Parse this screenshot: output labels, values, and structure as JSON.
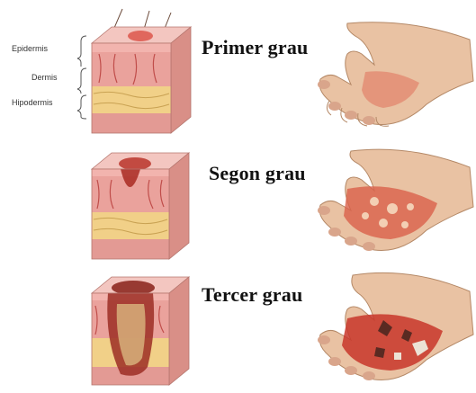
{
  "layers": {
    "epidermis": "Epidermis",
    "dermis": "Dermis",
    "hypodermis": "Hipodermis"
  },
  "grades": [
    {
      "label": "Primer grau"
    },
    {
      "label": "Segon grau"
    },
    {
      "label": "Tercer grau"
    }
  ],
  "colors": {
    "skin_pink": "#f0b6b2",
    "dermis": "#e9a6a0",
    "fat": "#f2d489",
    "burn_red": "#c8362a",
    "hand_skin": "#e9c2a3"
  }
}
